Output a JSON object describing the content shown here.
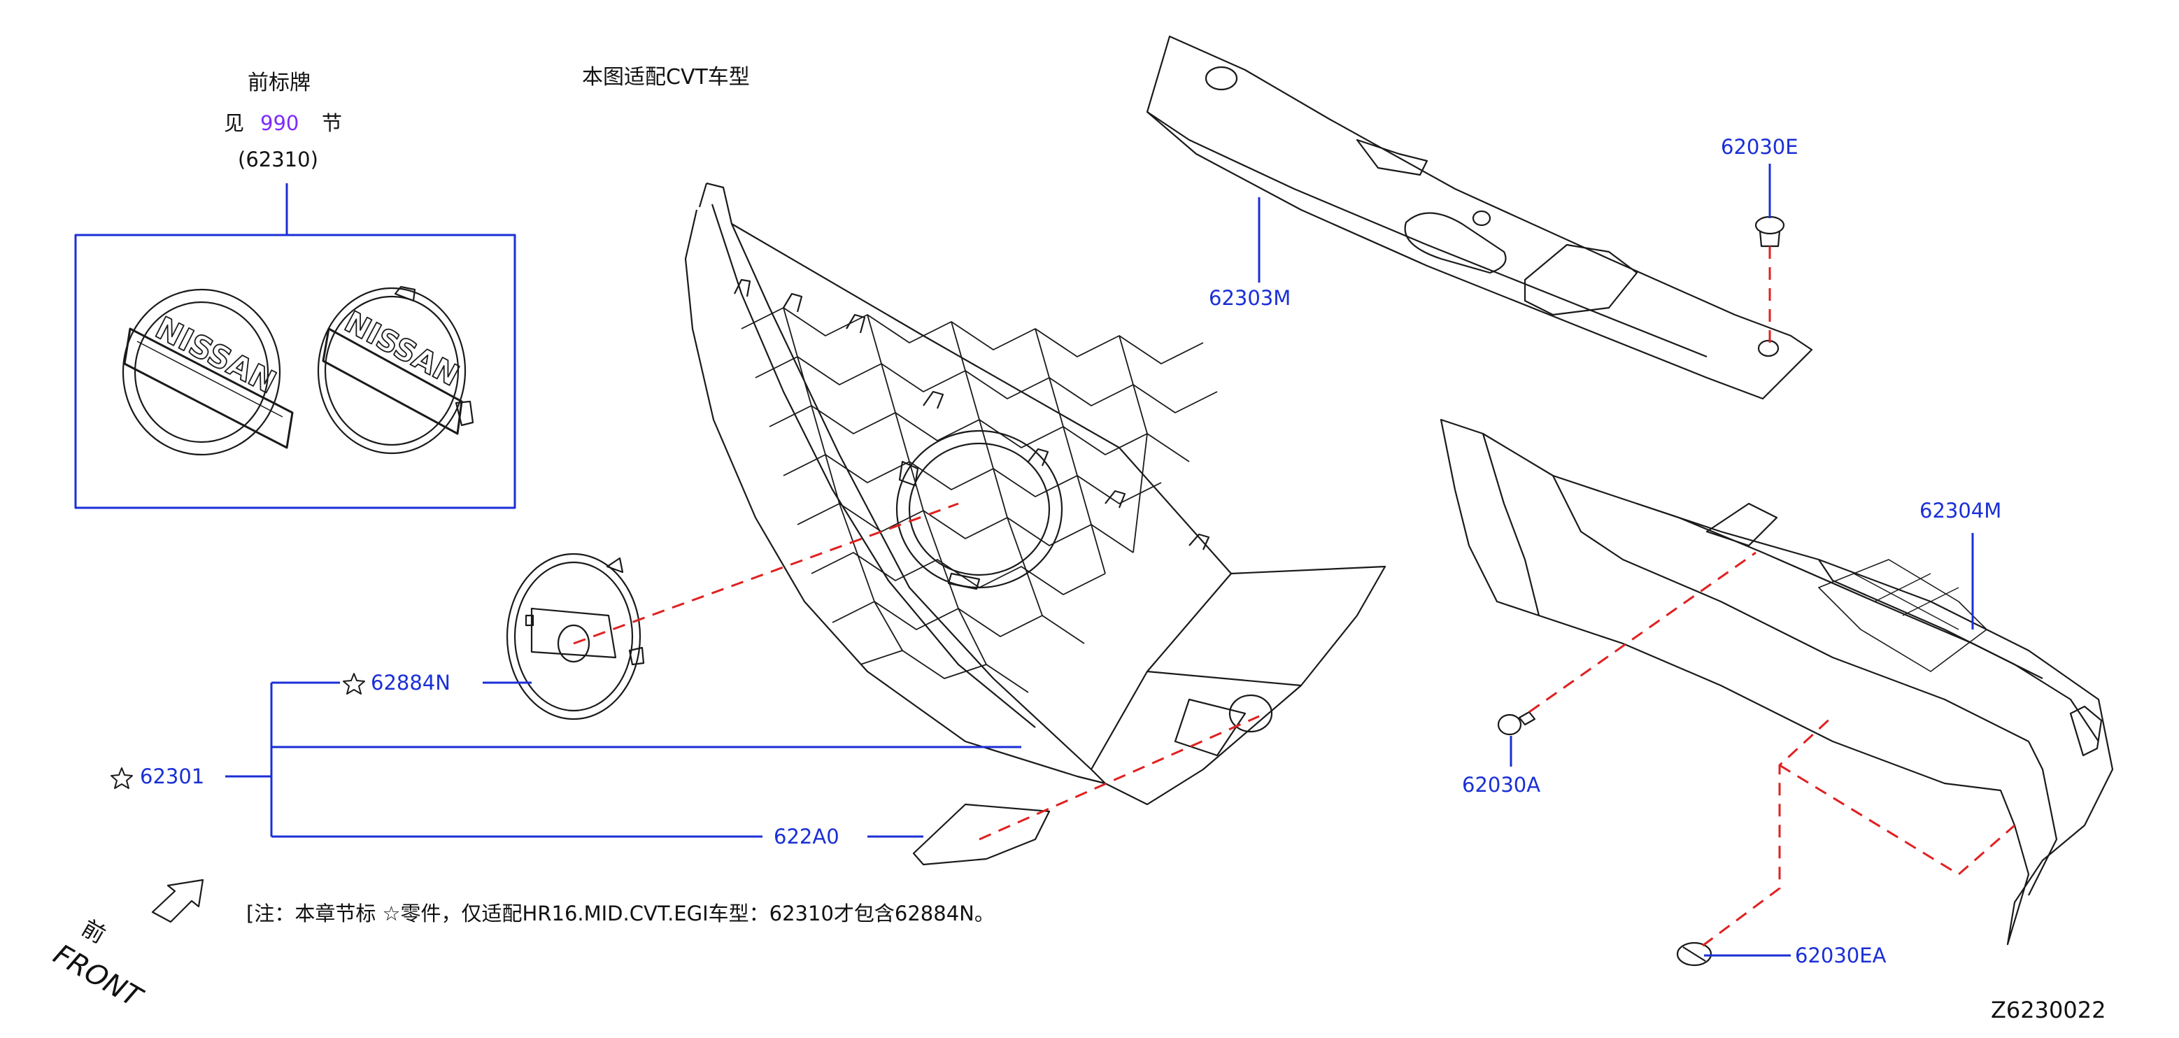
{
  "badge_ref": {
    "title": "前标牌",
    "see_prefix": "见",
    "see_section": "990",
    "see_suffix": "节",
    "part_no": "(62310)"
  },
  "fit_note": "本图适配CVT车型",
  "parts": {
    "p62303M": "62303M",
    "p62030E": "62030E",
    "p62304M": "62304M",
    "p62030A": "62030A",
    "p62030EA": "62030EA",
    "p62884N": "62884N",
    "p62301": "62301",
    "p622A0": "622A0"
  },
  "star_glyph": "☆",
  "footnote": "[注：本章节标 ☆零件，仅适配HR16.MID.CVT.EGI车型：62310才包含62884N。",
  "front_label": "FRONT",
  "front_cn": "前",
  "diagram_code": "Z6230022",
  "colors": {
    "callout_blue": "#1a2fd6",
    "section_purple": "#7d2cff",
    "dash_red": "#e02020"
  },
  "icons": [
    "nissan-emblem-icon",
    "front-arrow-icon",
    "star-icon"
  ]
}
